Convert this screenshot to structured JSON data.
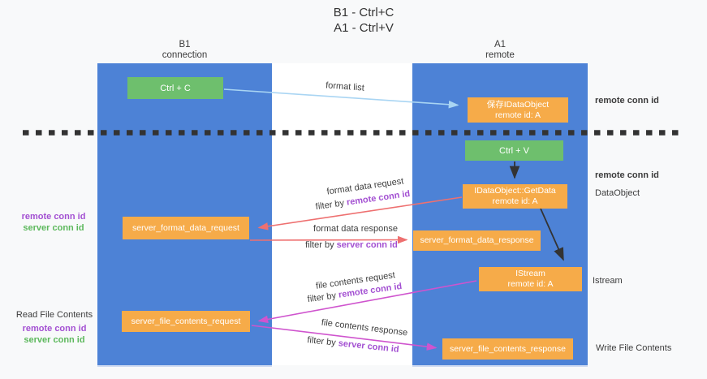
{
  "title": {
    "line1": "B1 - Ctrl+C",
    "line2": "A1 - Ctrl+V"
  },
  "lanes": {
    "left": {
      "name": "B1",
      "sub": "connection"
    },
    "right": {
      "name": "A1",
      "sub": "remote"
    }
  },
  "nodes": {
    "ctrl_c": {
      "label": "Ctrl + C"
    },
    "saved_idataobject": {
      "line1": "保存IDataObject",
      "line2": "remote id: A"
    },
    "ctrl_v": {
      "label": "Ctrl + V"
    },
    "getdata": {
      "line1": "IDataObject::GetData",
      "line2": "remote id: A"
    },
    "istream": {
      "line1": "IStream",
      "line2": "remote id: A"
    },
    "server_format_data_request": {
      "label": "server_format_data_request"
    },
    "server_format_data_response": {
      "label": "server_format_data_response"
    },
    "server_file_contents_request": {
      "label": "server_file_contents_request"
    },
    "server_file_contents_response": {
      "label": "server_file_contents_response"
    }
  },
  "edge_labels": {
    "format_list": "format list",
    "format_data_request": "format data request",
    "format_data_response": "format data response",
    "file_contents_request": "file contents request",
    "file_contents_response": "file contents response",
    "filter_by": "filter by ",
    "remote_conn_id": "remote conn id",
    "server_conn_id": "server conn id"
  },
  "side_labels": {
    "right_remote_conn_top": "remote conn id",
    "right_remote_conn_mid": "remote conn id",
    "dataobject": "DataObject",
    "istream": "Istream",
    "write_file_contents": "Write File Contents",
    "left_remote_conn": "remote conn id",
    "left_server_conn": "server conn id",
    "read_file_contents": "Read File Contents",
    "left_remote_conn_bottom": "remote conn id",
    "left_server_conn_bottom": "server conn id"
  },
  "colors": {
    "lane_blue": "#4d82d6",
    "box_orange": "#f6ab49",
    "box_green": "#6ebf6d",
    "arrow_blue": "#a9d5f3",
    "arrow_red": "#ee7070",
    "arrow_magenta": "#cf54ce",
    "arrow_black": "#333333",
    "text_purple": "#a350d2",
    "text_green": "#5cb85c"
  }
}
